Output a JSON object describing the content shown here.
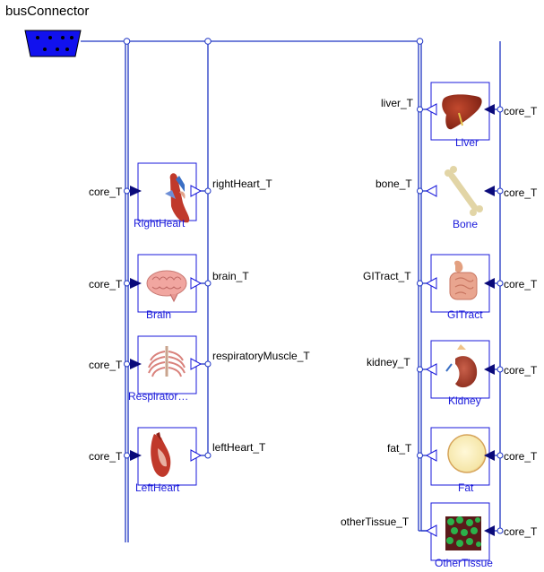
{
  "diagram": {
    "title": "busConnector",
    "colors": {
      "wire": "#1f35c4",
      "box": "#1a1adb",
      "label_blue": "#1a1adb",
      "connector_fill": "#1111ee",
      "arrow_fill": "#0a0a7a"
    },
    "components": [
      {
        "key": "rightHeart",
        "label": "RightHeart",
        "output_label": "rightHeart_T",
        "input_label": "core_T",
        "icon": "heart-icon"
      },
      {
        "key": "brain",
        "label": "Brain",
        "output_label": "brain_T",
        "input_label": "core_T",
        "icon": "brain-icon"
      },
      {
        "key": "respiratoryMuscle",
        "label": "Respirator…",
        "output_label": "respiratoryMuscle_T",
        "input_label": "core_T",
        "icon": "ribcage-icon"
      },
      {
        "key": "leftHeart",
        "label": "LeftHeart",
        "output_label": "leftHeart_T",
        "input_label": "core_T",
        "icon": "heart-icon"
      },
      {
        "key": "liver",
        "label": "Liver",
        "output_label": "liver_T",
        "input_label": "core_T",
        "icon": "liver-icon"
      },
      {
        "key": "bone",
        "label": "Bone",
        "output_label": "bone_T",
        "input_label": "core_T",
        "icon": "bone-icon"
      },
      {
        "key": "giTract",
        "label": "GITract",
        "output_label": "GITract_T",
        "input_label": "core_T",
        "icon": "intestine-icon"
      },
      {
        "key": "kidney",
        "label": "Kidney",
        "output_label": "kidney_T",
        "input_label": "core_T",
        "icon": "kidney-icon"
      },
      {
        "key": "fat",
        "label": "Fat",
        "output_label": "fat_T",
        "input_label": "core_T",
        "icon": "fat-cell-icon"
      },
      {
        "key": "otherTissue",
        "label": "OtherTissue",
        "output_label": "otherTissue_T",
        "input_label": "core_T",
        "icon": "tissue-icon"
      }
    ]
  }
}
